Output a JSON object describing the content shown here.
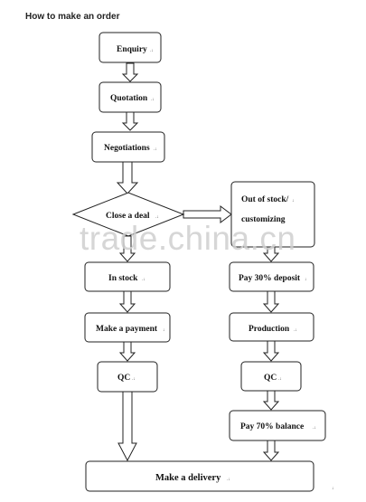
{
  "title": "How to make an order",
  "steps": {
    "enquiry": "Enquiry",
    "quotation": "Quotation",
    "negotiations": "Negotiations",
    "close_deal": "Close a deal",
    "out_of_stock_line1": "Out of stock/",
    "out_of_stock_line2": "customizing",
    "in_stock": "In stock",
    "pay_deposit": "Pay 30% deposit",
    "make_payment": "Make a payment",
    "production": "Production",
    "qc_left": "QC",
    "qc_right": "QC",
    "pay_balance": "Pay 70% balance",
    "make_delivery": "Make a delivery"
  },
  "watermark": "trade.china.cn"
}
